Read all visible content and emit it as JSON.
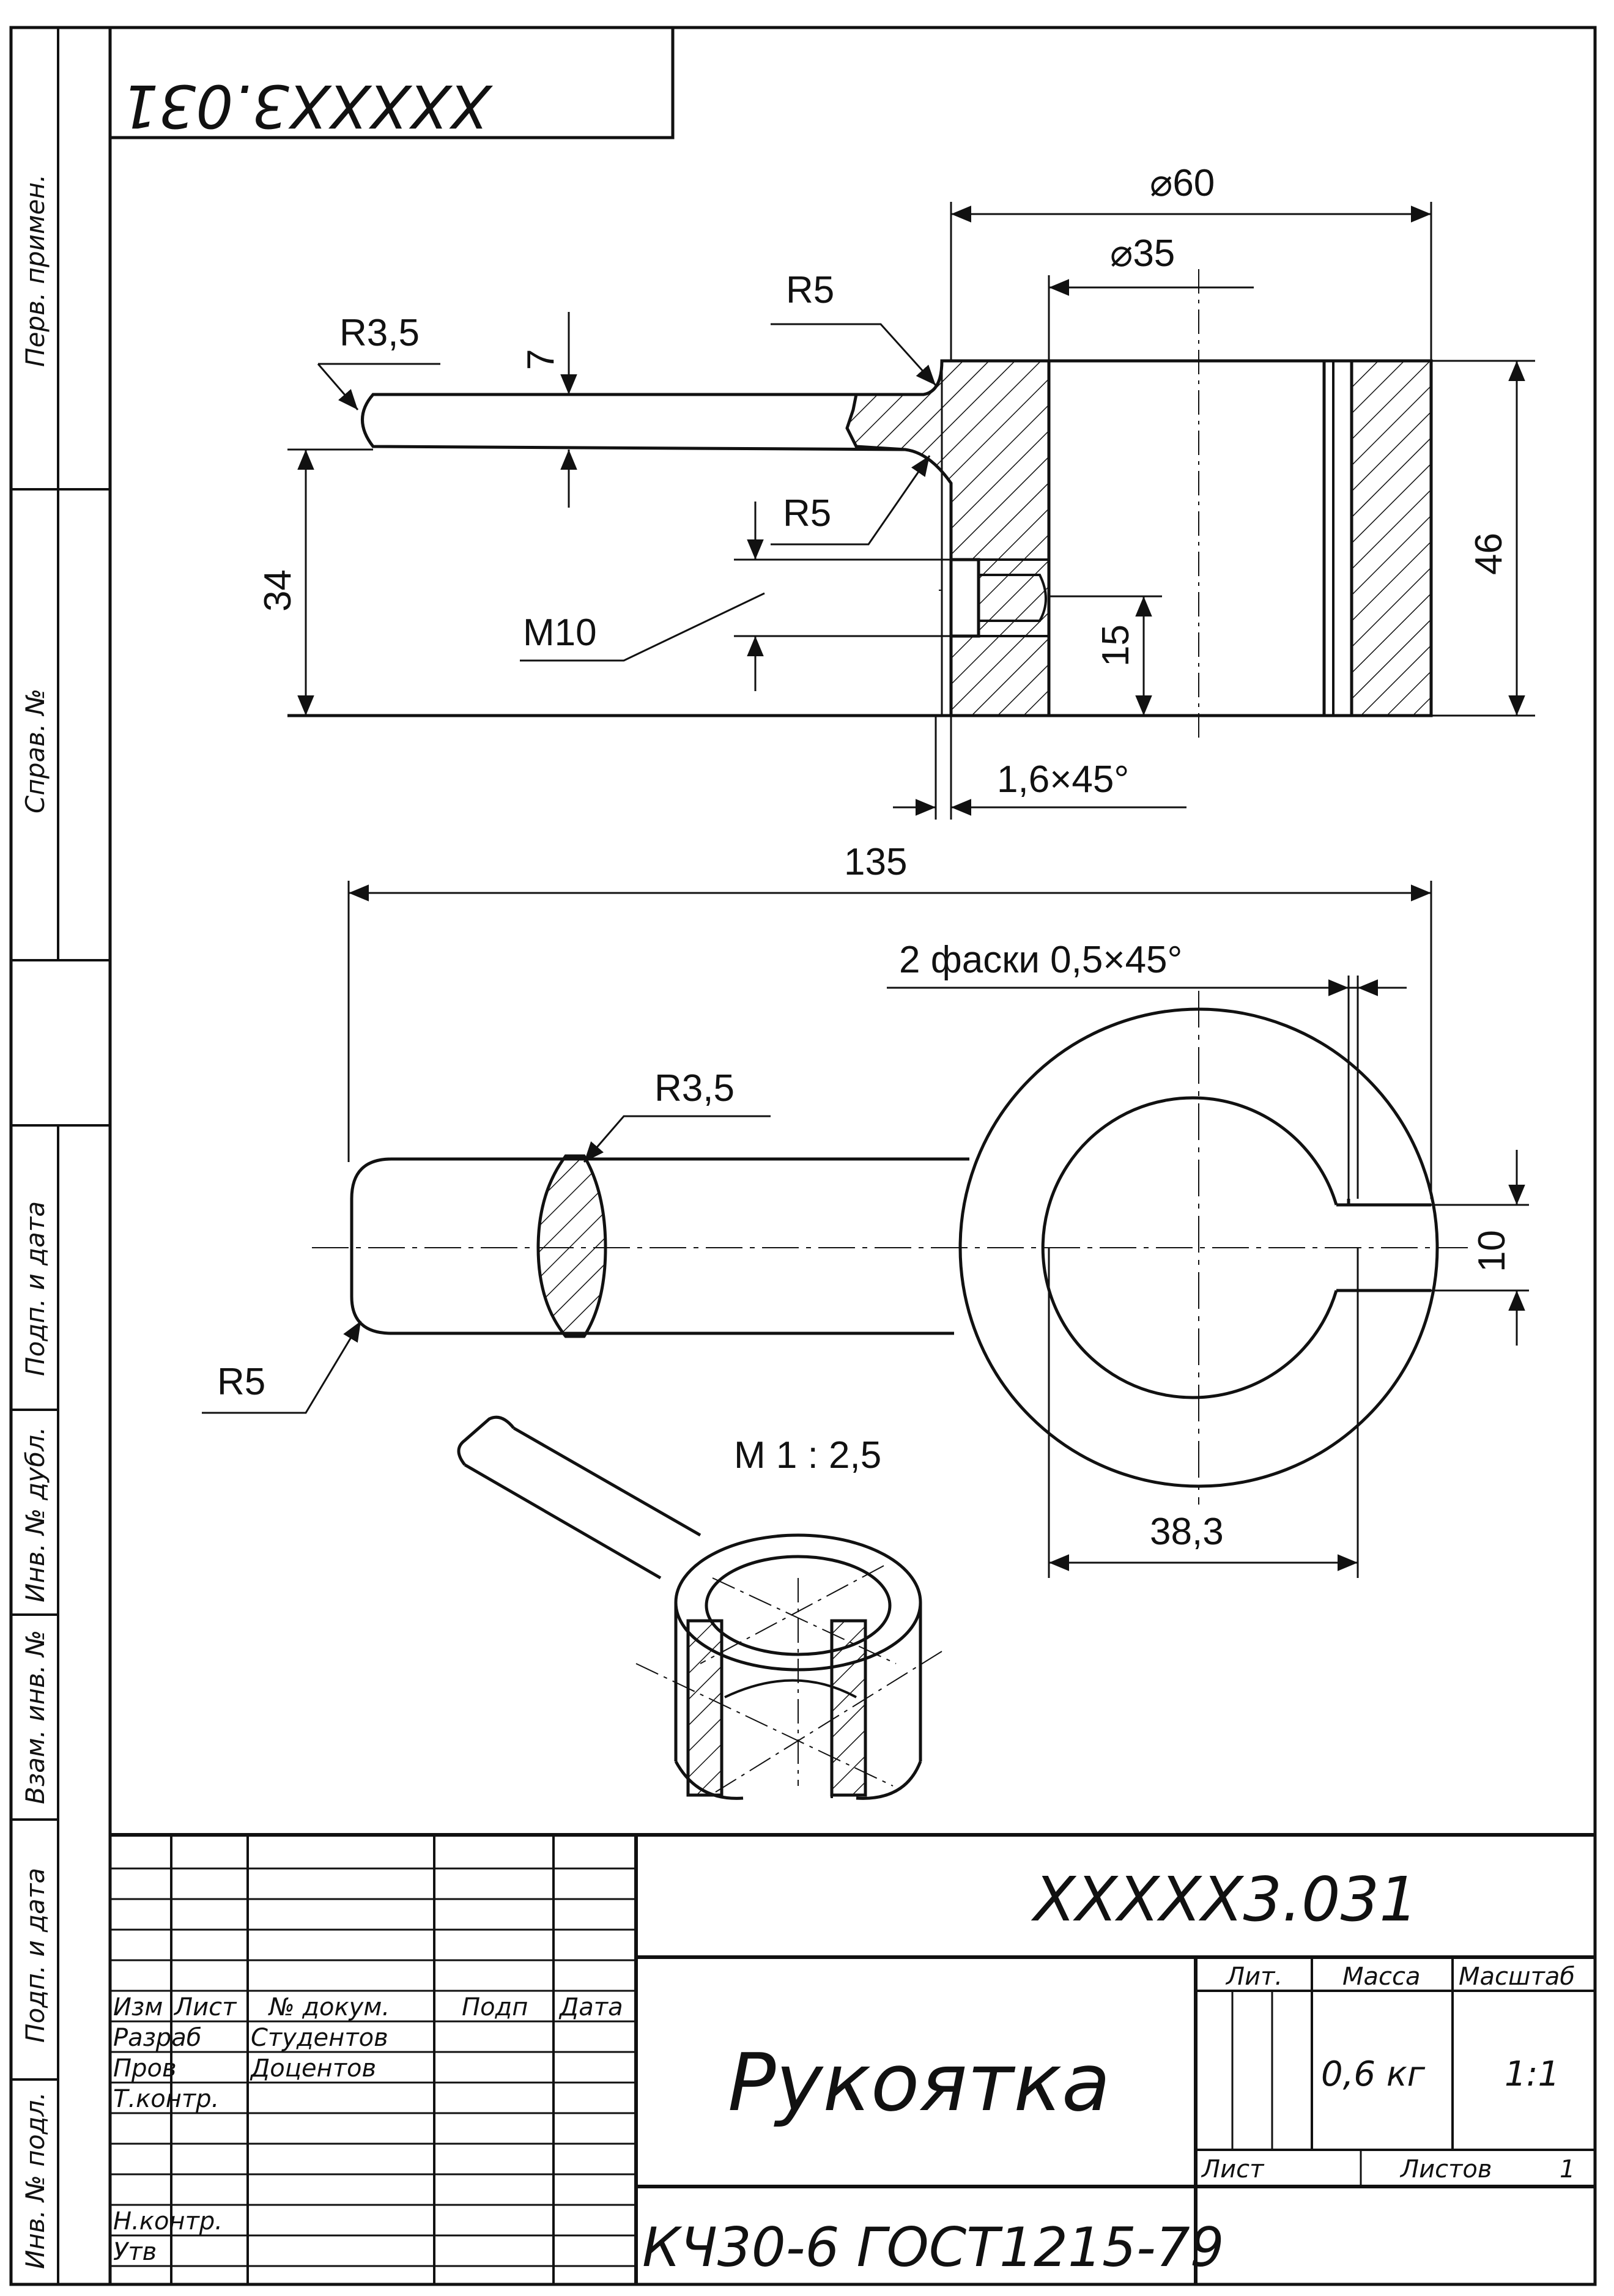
{
  "side_strip": {
    "perv_primen": "Перв. примен.",
    "sprav_no": "Справ. №",
    "podp_data_top": "Подп. и дата",
    "inv_dubl": "Инв. № дубл.",
    "vzam_inv": "Взам. инв. №",
    "podp_data_bottom": "Подп. и дата",
    "inv_podl": "Инв. № подл."
  },
  "top_code": "XXXXX3.031",
  "section_view": {
    "dims": {
      "d60": "⌀60",
      "d35": "⌀35",
      "r5_top": "R5",
      "r3_5": "R3,5",
      "h7": "7",
      "r5_mid": "R5",
      "h34": "34",
      "m10": "M10",
      "h15": "15",
      "h46": "46",
      "chamfer": "1,6×45°"
    }
  },
  "plan_view": {
    "dims": {
      "len135": "135",
      "chamfers": "2 фаски 0,5×45°",
      "r3_5": "R3,5",
      "r5": "R5",
      "w10": "10",
      "w38_3": "38,3"
    }
  },
  "scale_label": "M 1 : 2,5",
  "title_block": {
    "doc_code": "XXXXX3.031",
    "part_name": "Рукоятка",
    "material": "КЧ30-6 ГОСТ1215-79",
    "cols": {
      "izm": "Изм",
      "list": "Лист",
      "n_dokum": "№ докум.",
      "podp": "Подп",
      "data": "Дата"
    },
    "rows": {
      "razrab": "Разраб",
      "prov": "Пров",
      "tkontr": "Т.контр.",
      "nkontr": "Н.контр.",
      "utv": "Утв"
    },
    "names": {
      "razrab": "Студентов",
      "prov": "Доцентов"
    },
    "lit_label": "Лит.",
    "massa_label": "Масса",
    "masshtab_label": "Масштаб",
    "massa_value": "0,6 кг",
    "masshtab_value": "1:1",
    "list_label": "Лист",
    "listov_label": "Листов",
    "listov_value": "1"
  }
}
